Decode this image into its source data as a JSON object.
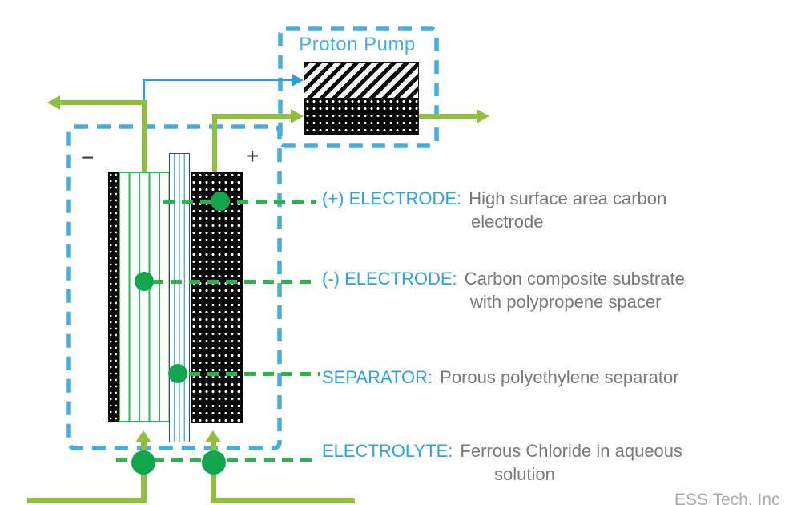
{
  "proton_pump": {
    "label": "Proton Pump"
  },
  "cell": {
    "negative_terminal": "−",
    "positive_terminal": "+"
  },
  "callouts": [
    {
      "term": "(+) ELECTRODE:",
      "line1": "High surface area carbon",
      "line2": "electrode"
    },
    {
      "term": "(-) ELECTRODE:",
      "line1": "Carbon composite substrate",
      "line2": "with polypropene spacer"
    },
    {
      "term": "SEPARATOR:",
      "line1": "Porous polyethylene separator",
      "line2": ""
    },
    {
      "term": "ELECTROLYTE:",
      "line1": "Ferrous Chloride in aqueous",
      "line2": "solution"
    }
  ],
  "watermark": "ESS Tech, Inc",
  "colors": {
    "dashed_box_blue": "#46aede",
    "label_blue": "#2ca4dd",
    "pump_title_blue": "#49afe6",
    "pipe_green": "#8fbf3c",
    "dash_green": "#2bb34c",
    "marker_green": "#12a54d",
    "separator_blue": "#42ade4",
    "text_gray": "#77787b",
    "watermark_gray": "#a9abae"
  }
}
